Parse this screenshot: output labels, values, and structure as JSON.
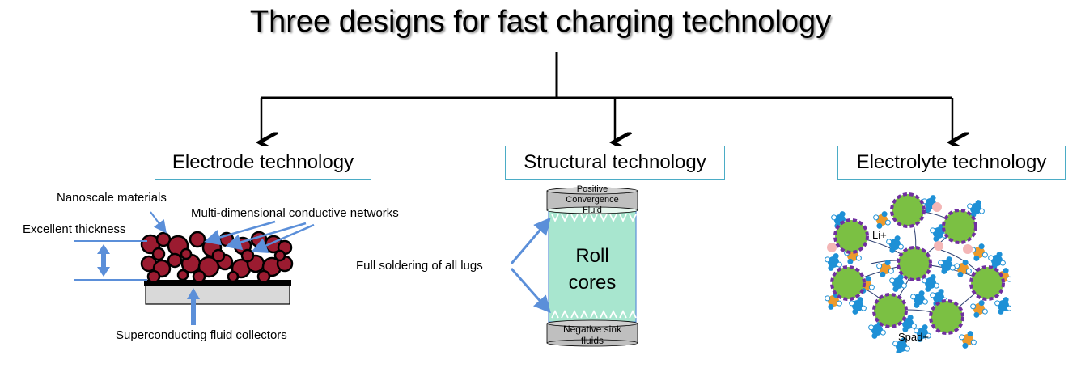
{
  "title": "Three designs for fast charging technology",
  "categories": [
    {
      "label": "Electrode technology"
    },
    {
      "label": "Structural technology"
    },
    {
      "label": "Electrolyte technology"
    }
  ],
  "electrode": {
    "nanoscale": "Nanoscale materials",
    "thickness": "Excellent thickness",
    "networks": "Multi-dimensional conductive networks",
    "collectors": "Superconducting fluid collectors"
  },
  "structural": {
    "lugs": "Full soldering of all lugs",
    "top_cap": "Positive Convergence Fluid",
    "core_line1": "Roll",
    "core_line2": "cores",
    "bottom_cap_line1": "Negative sink",
    "bottom_cap_line2": "fluids"
  },
  "electrolyte": {
    "li": "Li+",
    "spad": "Spad+"
  },
  "colors": {
    "box_border": "#4bacc6",
    "arrow_blue": "#5b8fd9",
    "particle": "#9b1b30",
    "core_fill": "#a8e6cf",
    "cap_fill": "#bfbfbf",
    "sphere_green": "#7bc043",
    "ring_purple": "#7030a0",
    "ion_blue": "#1e90d6",
    "ion_orange": "#ed9a2c"
  }
}
